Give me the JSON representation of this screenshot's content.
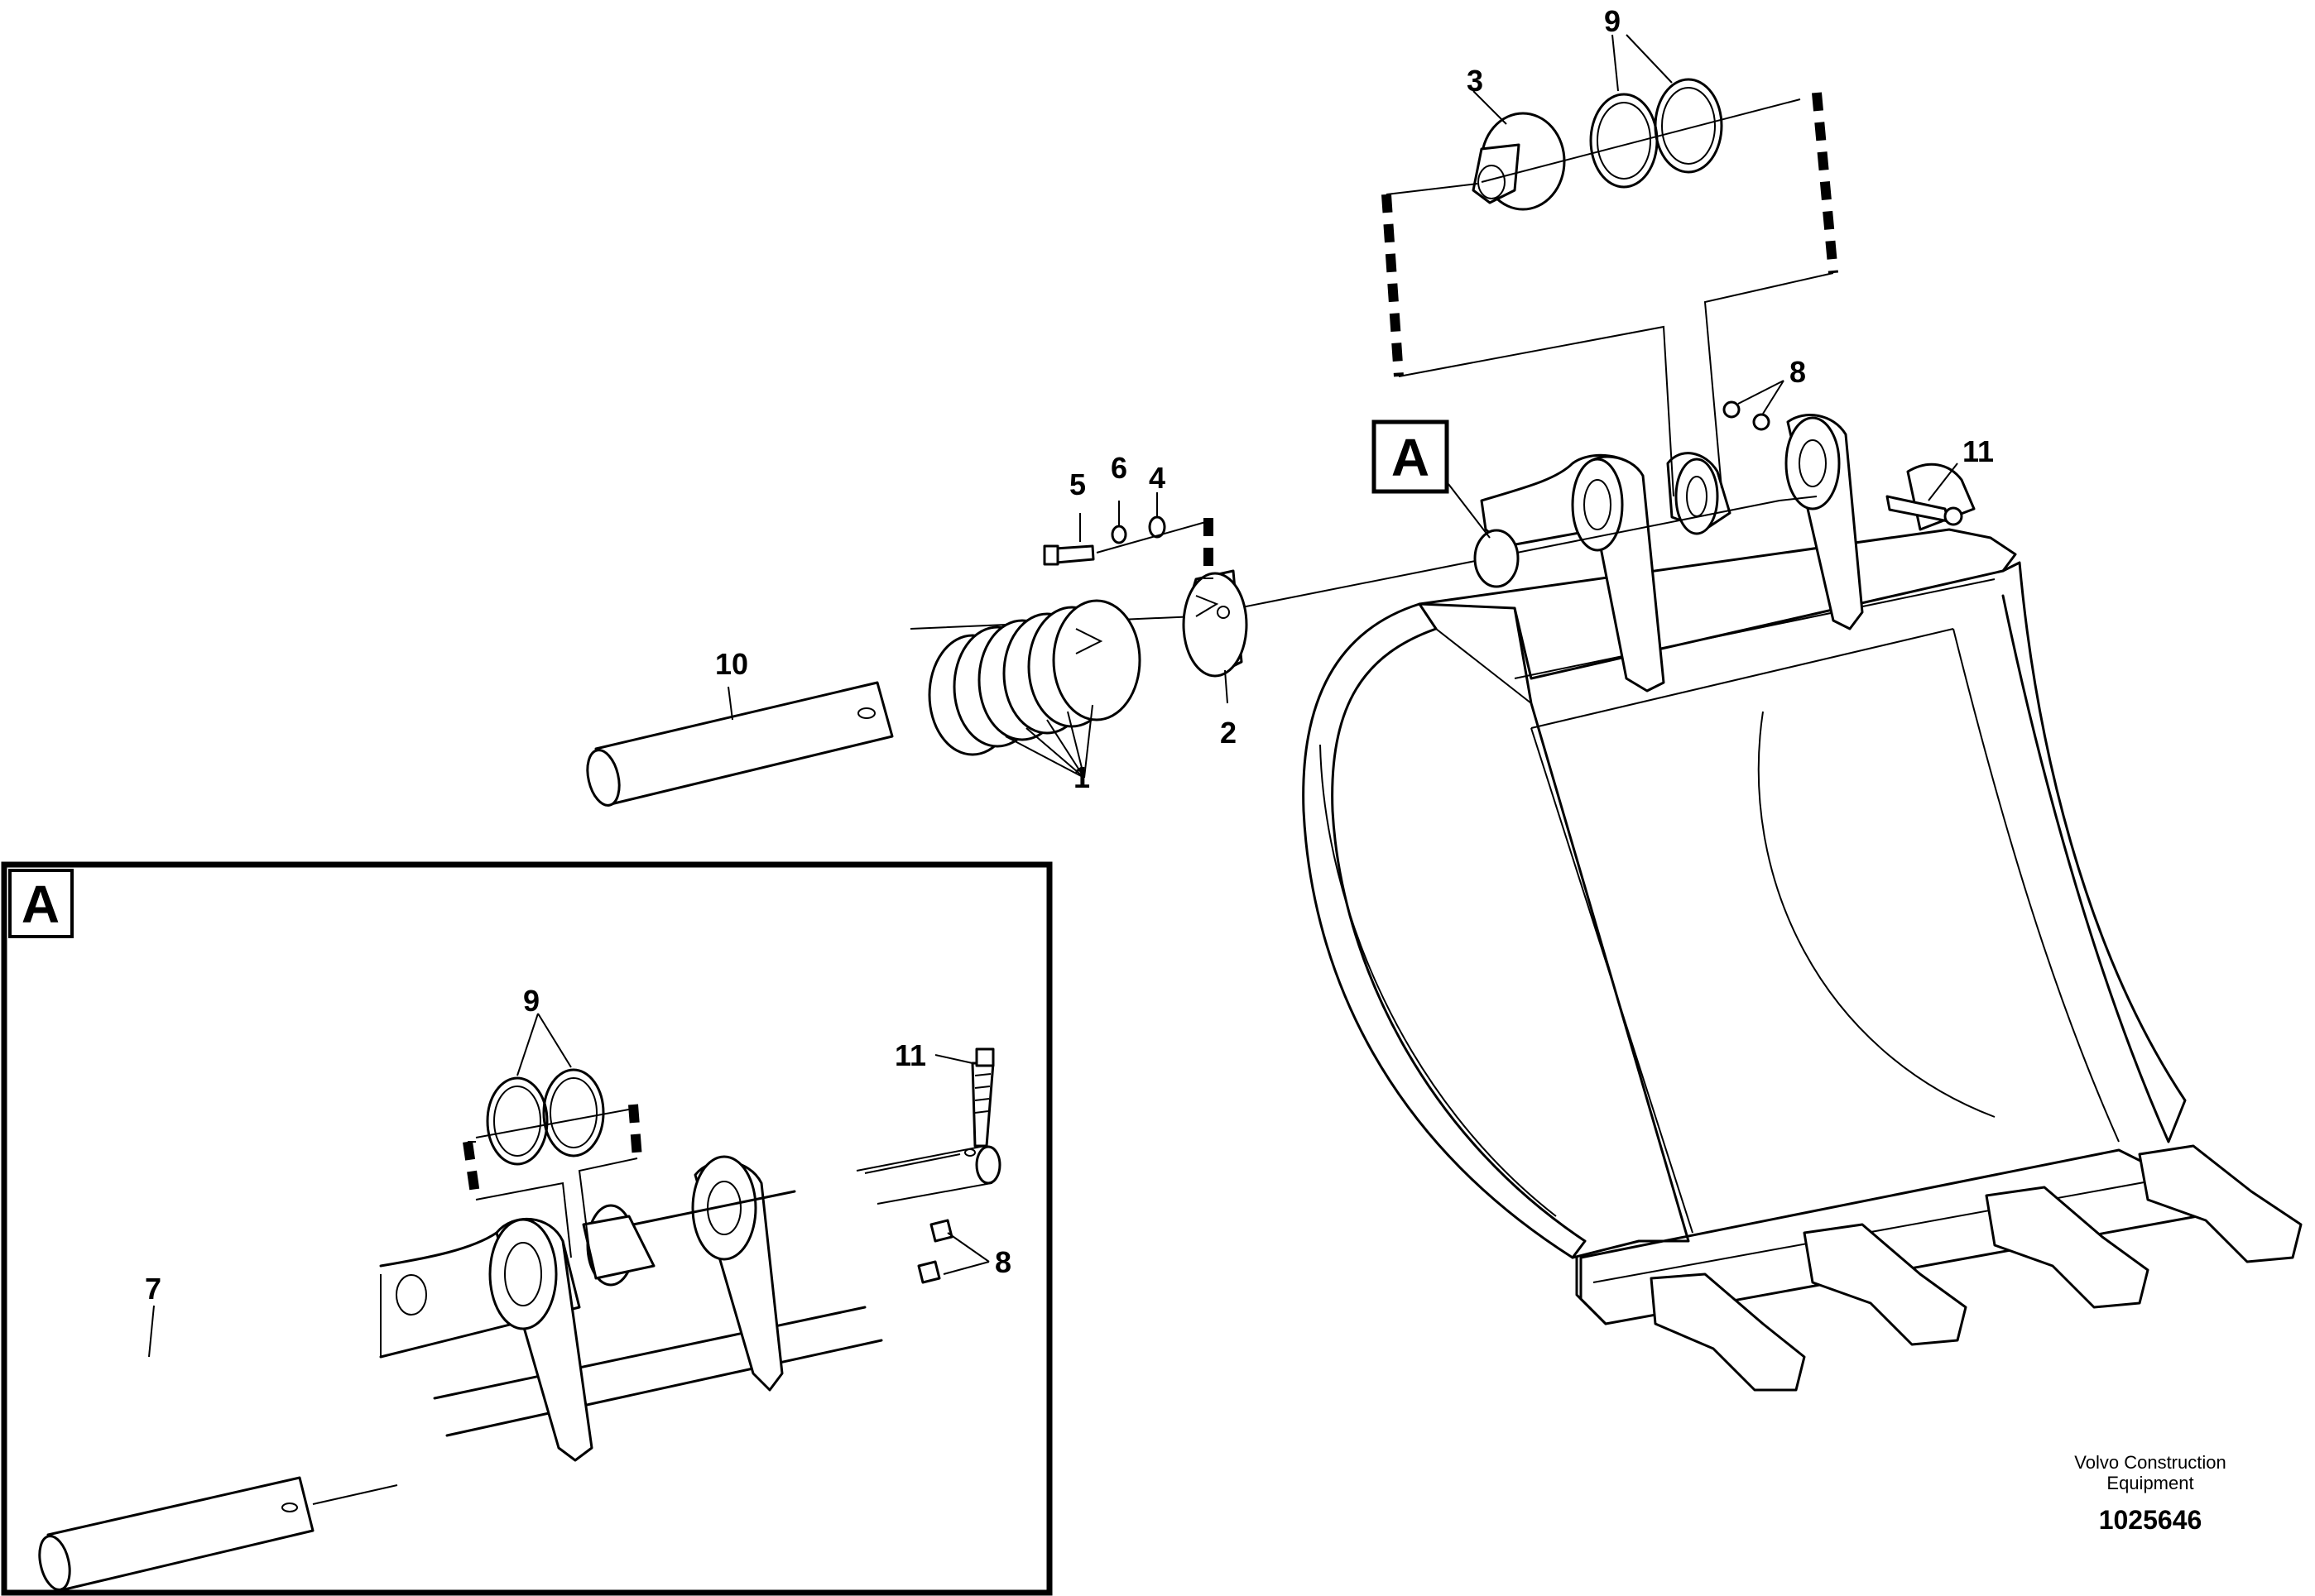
{
  "diagram": {
    "detail_reference": "A",
    "callouts": {
      "p1": "1",
      "p2": "2",
      "p3": "3",
      "p4": "4",
      "p5": "5",
      "p6": "6",
      "p8": "8",
      "p9": "9",
      "p10": "10",
      "p11": "11"
    },
    "inset": {
      "label": "A",
      "callouts": {
        "p7": "7",
        "p8": "8",
        "p9": "9",
        "p11": "11"
      }
    },
    "footer": {
      "brand_line1": "Volvo Construction",
      "brand_line2": "Equipment",
      "figure_number": "1025646"
    }
  }
}
